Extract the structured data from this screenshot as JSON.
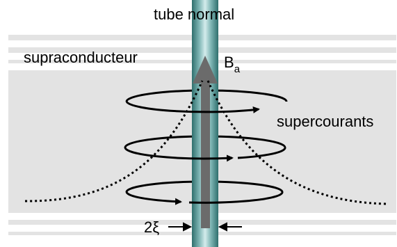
{
  "labels": {
    "tube": "tube normal",
    "superconductor": "supraconducteur",
    "field_symbol": "B",
    "field_subscript": "a",
    "currents": "supercourants",
    "coherence": "2ξ"
  },
  "colors": {
    "background_band": "#e3e3e3",
    "stripe": "#ffffff",
    "tube_core": "#b9dcdc",
    "tube_mid": "#6fa9a8",
    "tube_edge": "#2f6f6d",
    "field_arrow": "#6b6b6b",
    "ink": "#000000"
  },
  "icons": {
    "field": "up-arrow-icon",
    "current_direction": "arrow-head-icon",
    "width_markers": "right-arrow-icon / left-arrow-icon"
  }
}
